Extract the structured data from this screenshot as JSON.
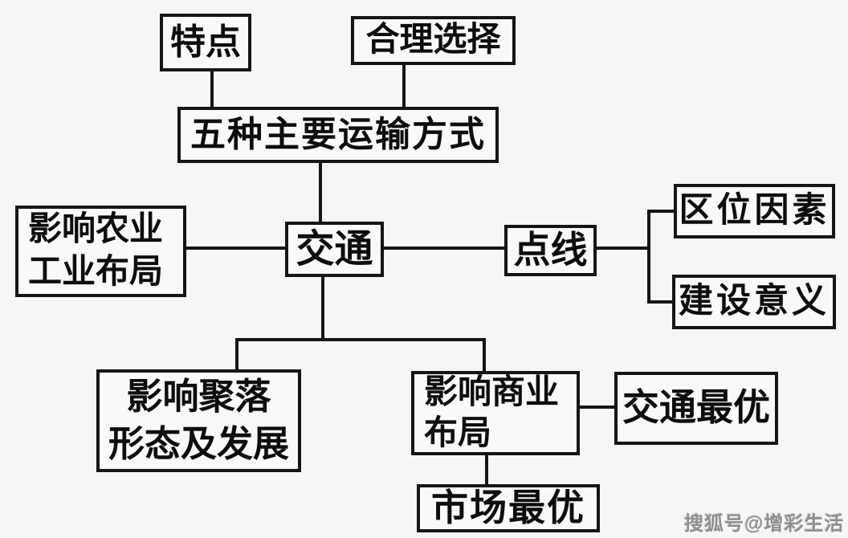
{
  "diagram": {
    "title_concept": "交通 (transportation) concept map",
    "nodes": {
      "tedian": {
        "label": "特点"
      },
      "heli_xuanze": {
        "label": "合理选择"
      },
      "wuzhong": {
        "label": "五种主要运输方式"
      },
      "nongye": {
        "line1": "影响农业",
        "line2": "工业布局"
      },
      "jiaotong": {
        "label": "交通"
      },
      "dianxian": {
        "label": "点线"
      },
      "quwei": {
        "label": "区位因素"
      },
      "jianshe": {
        "label": "建设意义"
      },
      "juluo": {
        "line1": "影响聚落",
        "line2": "形态及发展"
      },
      "shangye": {
        "line1": "影响商业",
        "line2": "布局"
      },
      "jiaotong_zuiyou": {
        "label": "交通最优"
      },
      "shichang_zuiyou": {
        "label": "市场最优"
      }
    },
    "edges": [
      "特点 — 五种主要运输方式",
      "合理选择 — 五种主要运输方式",
      "五种主要运输方式 — 交通",
      "影响农业工业布局 — 交通",
      "交通 — 点线",
      "点线 — 区位因素",
      "点线 — 建设意义",
      "交通 — 影响聚落形态及发展",
      "交通 — 影响商业布局",
      "影响商业布局 — 交通最优",
      "影响商业布局 — 市场最优"
    ],
    "colors": {
      "background": "#f5f6f8",
      "box_border": "#151515",
      "box_fill": "#f8f9fb",
      "text": "#0d0d0d",
      "watermark": "#8e8e90"
    },
    "watermark": {
      "text": "搜狐号@增彩生活"
    }
  }
}
